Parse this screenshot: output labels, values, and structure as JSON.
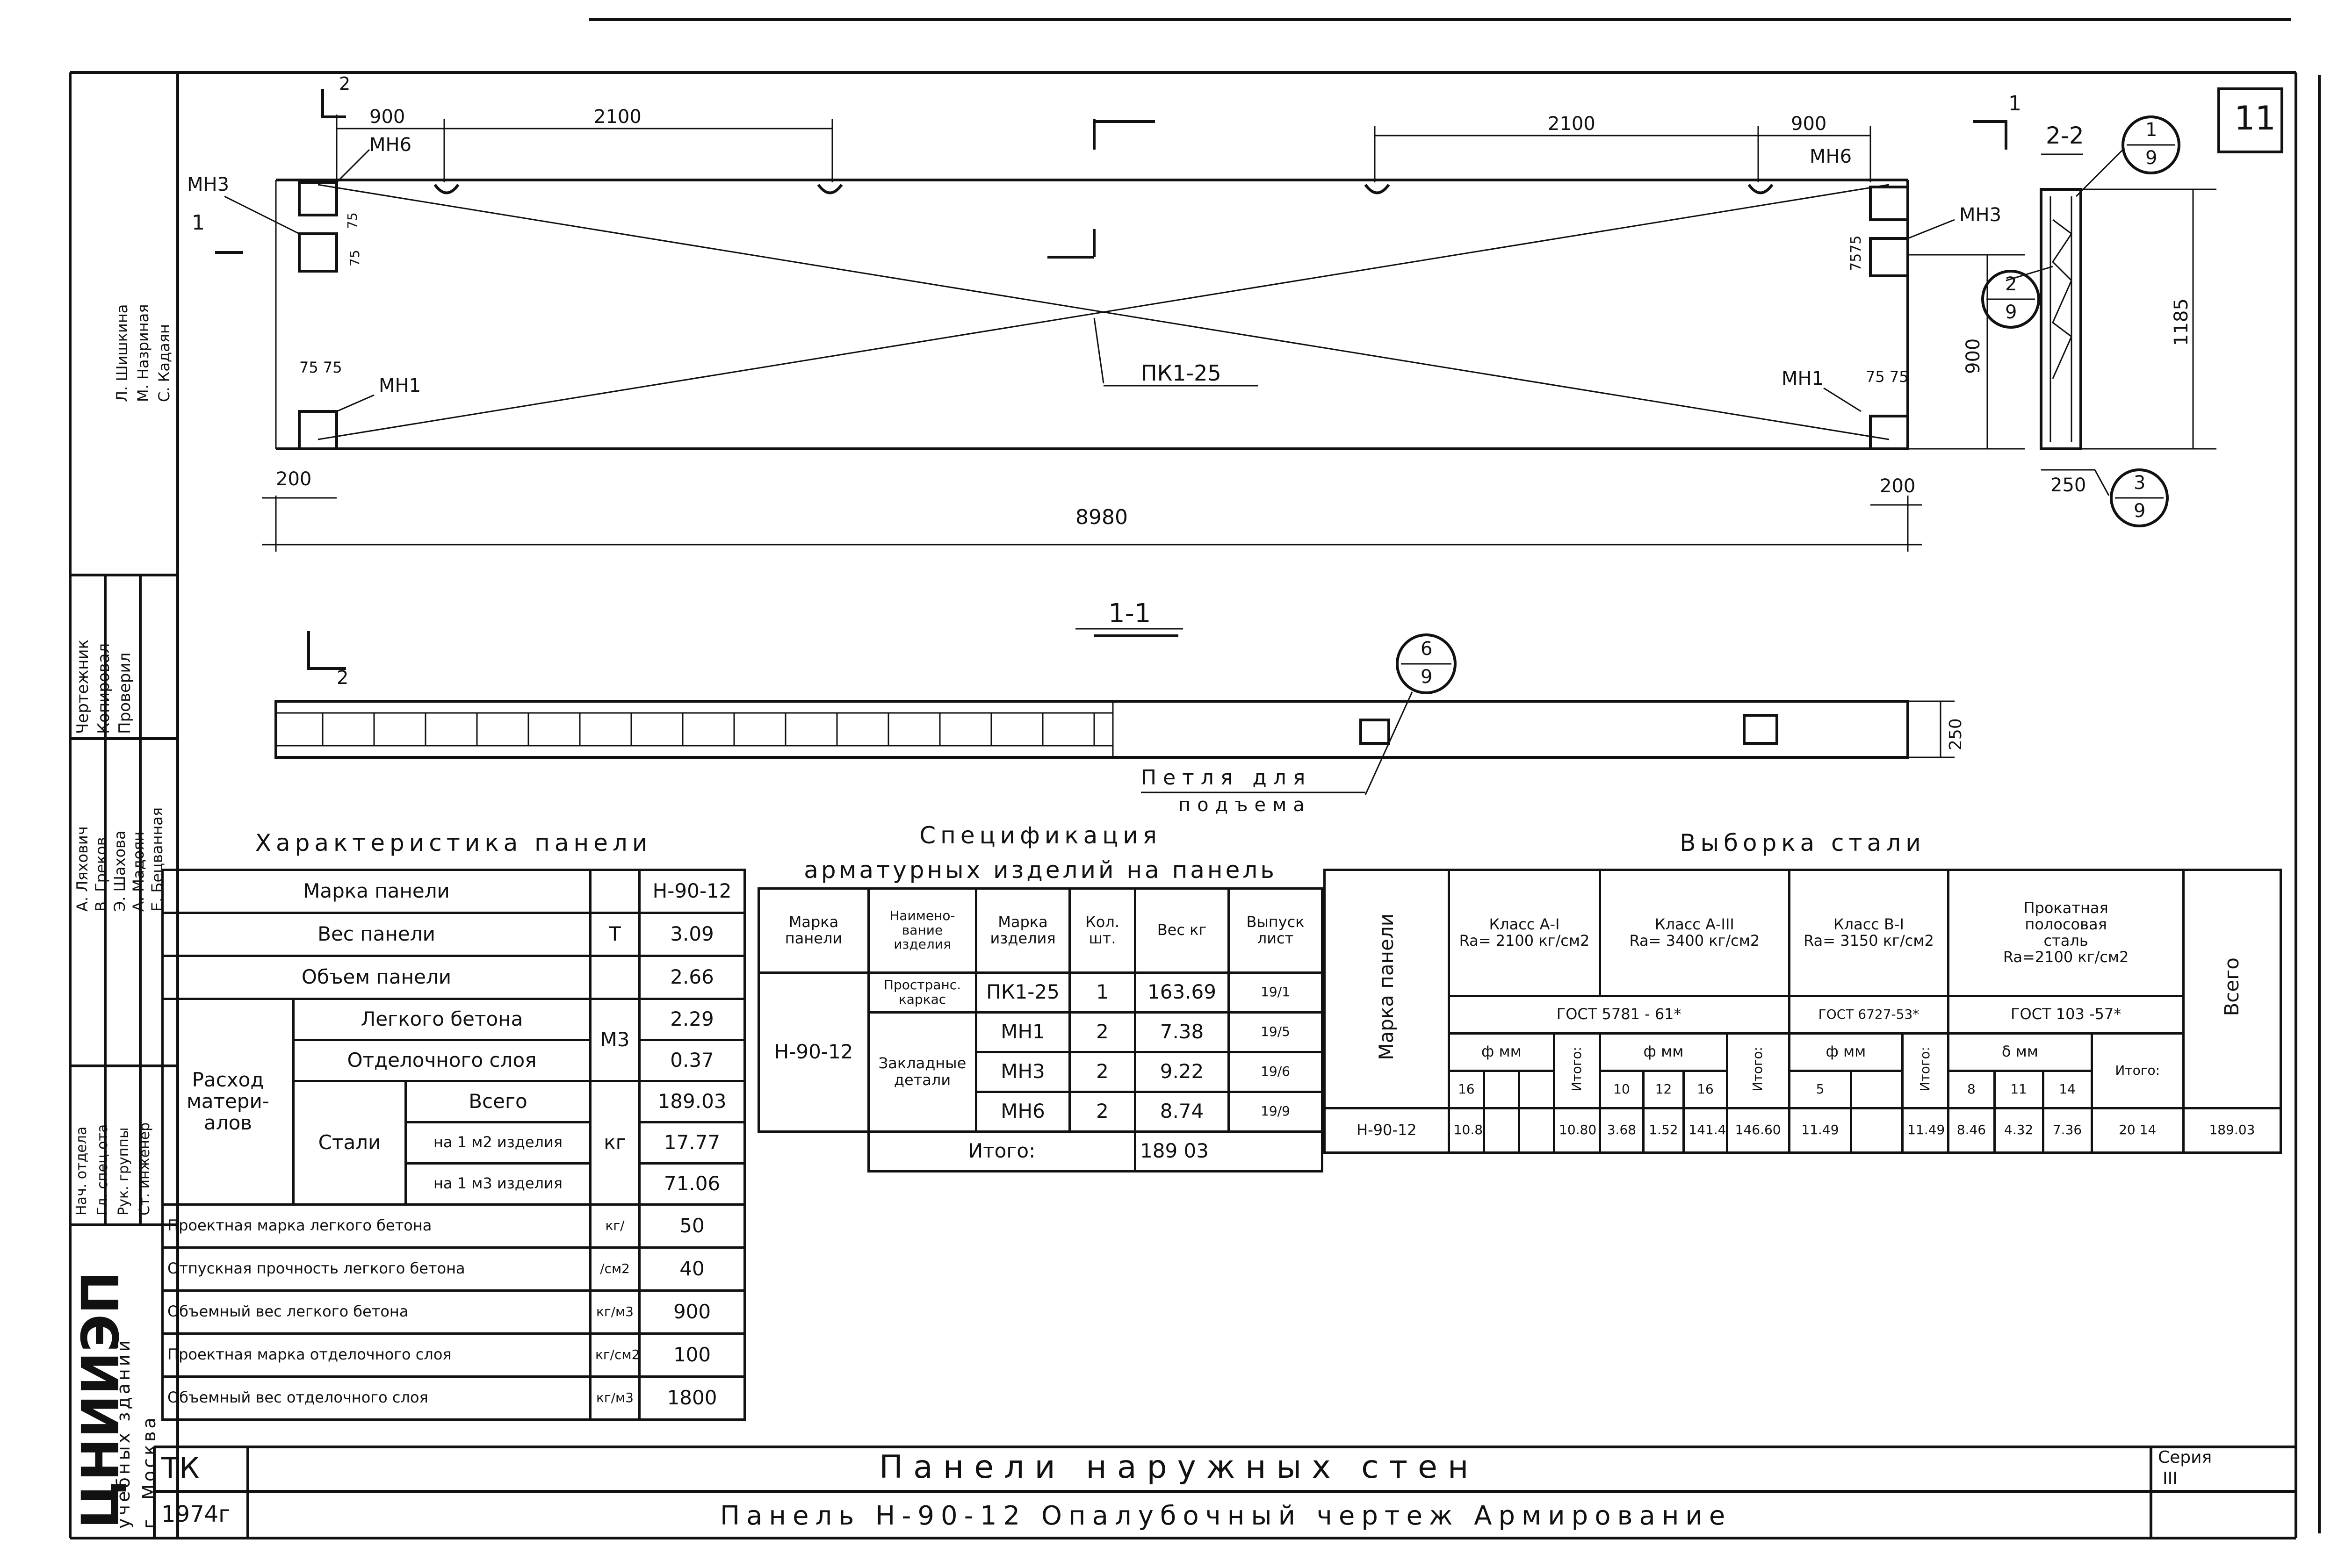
{
  "sheet_number": "11",
  "plan": {
    "dims_top_left": [
      "900",
      "2100"
    ],
    "dims_top_right": [
      "2100",
      "900"
    ],
    "dim_bottom": "8980",
    "dim_edge_left": "200",
    "dim_edge_right": "200",
    "dim_height_right": "900",
    "dims_15": [
      "75",
      "75"
    ],
    "dims_7575_left": "75 75",
    "dims_7575_right": "75 75",
    "dims_7575_right_top": "7575",
    "part_mn6_left": "МН6",
    "part_mn6_right": "МН6",
    "part_mn3_left": "МН3",
    "part_mn3_right": "МН3",
    "part_mn1_left": "МН1",
    "part_mn1_right": "МН1",
    "frame_label": "ПК1-25",
    "cut_marks": [
      "1",
      "2",
      "1"
    ]
  },
  "section22": {
    "title": "2-2",
    "dim_height": "1185",
    "dim_width": "250",
    "callouts": [
      {
        "num": "1",
        "den": "9"
      },
      {
        "num": "2",
        "den": "9"
      },
      {
        "num": "3",
        "den": "9"
      }
    ]
  },
  "section11": {
    "title": "1-1",
    "cut_mark": "2",
    "dim_thickness": "250",
    "callout": {
      "num": "6",
      "den": "9"
    },
    "loop_label_1": "Петля для",
    "loop_label_2": "подъема"
  },
  "char_table": {
    "title": "Характеристика панели",
    "rows": [
      {
        "label": "Марка панели",
        "unit": "",
        "value": "Н-90-12"
      },
      {
        "label": "Вес панели",
        "unit": "Т",
        "value": "3.09"
      },
      {
        "label": "Объем панели",
        "unit": "",
        "value": "2.66"
      }
    ],
    "group_label": "Расход матери-алов",
    "light_concrete": "Легкого бетона",
    "light_concrete_value": "2.29",
    "unit_m3": "М3",
    "finishing_layer": "Отделочного слоя",
    "finishing_layer_value": "0.37",
    "steel": "Стали",
    "steel_total_label": "Всего",
    "steel_total": "189.03",
    "steel_per_m2_label": "на 1 м2 изделия",
    "steel_per_m2": "17.77",
    "unit_kg": "кг",
    "steel_per_m3_label": "на 1 м3 изделия",
    "steel_per_m3": "71.06",
    "extra_rows": [
      {
        "label": "Проектная марка легкого бетона",
        "value": "50"
      },
      {
        "label": "Отпускная прочность легкого бетона",
        "value": "40"
      },
      {
        "label": "Объемный вес легкого бетона",
        "unit": "кг/м3",
        "value": "900"
      },
      {
        "label": "Проектная марка отделочного слоя",
        "unit": "кг/см2",
        "value": "100"
      },
      {
        "label": "Объемный вес отделочного слоя",
        "unit": "кг/м3",
        "value": "1800"
      }
    ],
    "unit_kgcm2_a": "кг/",
    "unit_kgcm2_b": "/см2"
  },
  "spec_table": {
    "title_1": "Спецификация",
    "title_2": "арматурных изделий на панель",
    "headers": [
      "Марка панели",
      "Наимено-вание изделия",
      "Марка изделия",
      "Кол. шт.",
      "Вес кг",
      "Выпуск лист"
    ],
    "panel_mark": "Н-90-12",
    "group_frame": "Пространс. каркас",
    "group_embedded": "Закладные детали",
    "rows": [
      {
        "mark": "ПК1-25",
        "qty": "1",
        "weight": "163.69",
        "sheet_num": "19",
        "sheet_den": "1"
      },
      {
        "mark": "МН1",
        "qty": "2",
        "weight": "7.38",
        "sheet_num": "19",
        "sheet_den": "5"
      },
      {
        "mark": "МН3",
        "qty": "2",
        "weight": "9.22",
        "sheet_num": "19",
        "sheet_den": "6"
      },
      {
        "mark": "МН6",
        "qty": "2",
        "weight": "8.74",
        "sheet_num": "19",
        "sheet_den": "9"
      }
    ],
    "total_label": "Итого:",
    "total_value": "189 03"
  },
  "steel_table": {
    "title": "Выборка стали",
    "panel_mark_header": "Марка панели",
    "total_header": "Всего",
    "class_a1": "Класс А-I",
    "ra_a1": "Ra= 2100 кг/см2",
    "class_a3": "Класс А-III",
    "ra_a3": "Ra= 3400 кг/см2",
    "class_b1": "Класс В-I",
    "ra_b1": "Ra= 3150 кг/см2",
    "rolled_1": "Прокатная",
    "rolled_2": "полосовая",
    "rolled_3": "сталь",
    "ra_rolled": "Ra=2100 кг/см2",
    "gost_a": "ГОСТ 5781 - 61*",
    "gost_b": "ГОСТ 6727-53*",
    "gost_c": "ГОСТ 103 -57*",
    "phi_mm": "ф мм",
    "delta_mm": "δ мм",
    "itogo": "Итого:",
    "diam_a1": [
      "16"
    ],
    "diam_a3": [
      "10",
      "12",
      "16"
    ],
    "diam_b1": [
      "5"
    ],
    "thick_rolled": [
      "8",
      "11",
      "14"
    ],
    "row": {
      "mark": "Н-90-12",
      "a1_16": "10.80",
      "a1_total": "10.80",
      "a3_10": "3.68",
      "a3_12": "1.52",
      "a3_16": "141.4",
      "a3_total": "146.60",
      "b1_5": "11.49",
      "b1_total": "11.49",
      "r_8": "8.46",
      "r_11": "4.32",
      "r_14": "7.36",
      "r_total": "20 14",
      "total": "189.03"
    }
  },
  "title_block": {
    "tk": "ТК",
    "year": "1974г",
    "title": "Панели наружных стен",
    "subtitle": "Панель Н-90-12 Опалубочный чертеж Армирование",
    "series_label": "Серия",
    "series_value": "III"
  },
  "side_stamp": {
    "org": "ЦНИИЭП",
    "org_sub_1": "учебных зданий",
    "org_sub_2": "г. Москва",
    "roles_1": [
      "Чертежник",
      "Копировал",
      "Проверил"
    ],
    "names_1": [
      "А. Ляхович",
      "В. Греков",
      "Э. Шахова",
      "А. Мадоян",
      "Е. Бецванная"
    ],
    "roles_2": [
      "Нач. отдела",
      "Гл. спец.ота",
      "Рук. группы",
      "Ст. инженер"
    ],
    "names_2": [
      "Л. Шишкина",
      "М. Назриная",
      "С. Кадаян"
    ]
  }
}
